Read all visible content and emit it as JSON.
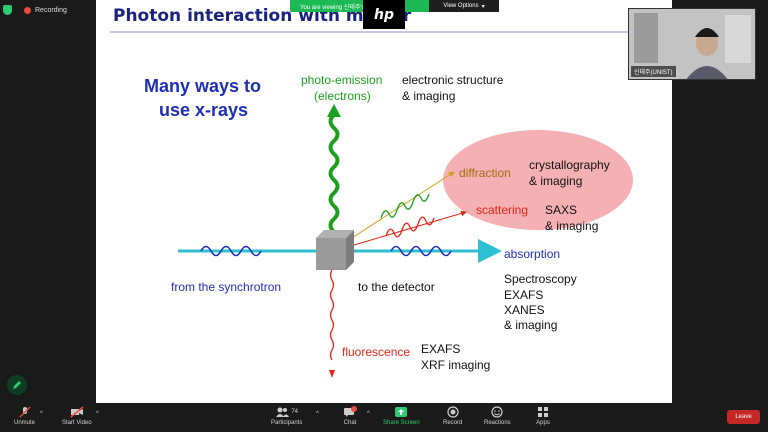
{
  "meeting": {
    "recording_label": "Recording",
    "banner_text": "You are viewing 신태주's screen",
    "view_options_label": "View Options",
    "participant_name": "신태주(UNIST)"
  },
  "slide": {
    "title": "Photon interaction with matter",
    "subtitle_line1": "Many ways to",
    "subtitle_line2": "use x-rays",
    "labels": {
      "photo_emission_1": "photo-emission",
      "photo_emission_2": "(electrons)",
      "electronic_structure_1": "electronic structure",
      "electronic_structure_2": "& imaging",
      "diffraction": "diffraction",
      "crystallography_1": "crystallography",
      "crystallography_2": "& imaging",
      "scattering": "scattering",
      "saxs_1": "SAXS",
      "saxs_2": "& imaging",
      "absorption": "absorption",
      "from_synchrotron": "from the synchrotron",
      "to_detector": "to the detector",
      "spectroscopy": "Spectroscopy",
      "exafs": "EXAFS",
      "xanes": "XANES",
      "imaging": "& imaging",
      "fluorescence": "fluorescence",
      "fluor_exafs": "EXAFS",
      "xrf": "XRF imaging"
    },
    "colors": {
      "title": "#1a237e",
      "blue": "#1f2fb5",
      "green": "#1e9e1e",
      "red": "#e3261b",
      "cyan": "#2fbfd2",
      "pink": "#f4b0b2"
    }
  },
  "toolbar": {
    "unmute": "Unmute",
    "start_video": "Start Video",
    "participants": "Participants",
    "participant_count": "74",
    "chat": "Chat",
    "chat_badge": "1",
    "share_screen": "Share Screen",
    "record": "Record",
    "reactions": "Reactions",
    "apps": "Apps",
    "leave": "Leave"
  }
}
